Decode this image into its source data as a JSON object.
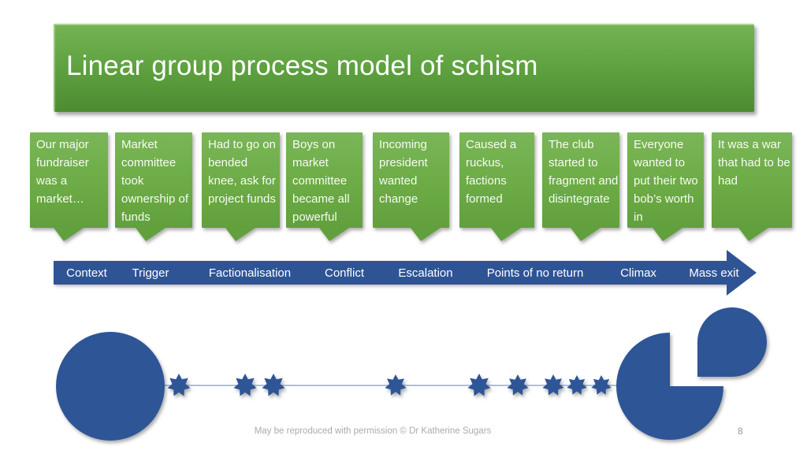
{
  "slide": {
    "title": "Linear group process model of schism",
    "footer_text": "May be reproduced with permission © Dr Katherine Sugars",
    "page_number": "8"
  },
  "callouts": [
    "Our major fundraiser was a market…",
    "Market committee took ownership of funds",
    "Had to go on bended knee, ask for project funds",
    "Boys on market committee became all powerful",
    "Incoming president wanted change",
    "Caused a ruckus, factions formed",
    "The club started to fragment and disintegrate",
    "Everyone wanted to put their two bob’s worth in",
    "It was a war that had to be had"
  ],
  "stages": [
    "Context",
    "Trigger",
    "Factionalisation",
    "Conflict",
    "Escalation",
    "Points of no return",
    "Climax",
    "Mass exit"
  ],
  "figure": {
    "start_shape": "large-circle",
    "event_marker_shape": "seven-point-star",
    "star_count": 9,
    "end_shape": "fragmented-pie-with-detached-wedge"
  },
  "colors": {
    "green": "#6CAB45",
    "green_dark": "#4D8B32",
    "blue": "#2F5496",
    "blue_light": "#8EAADB",
    "footer_gray": "#ABABAB",
    "text_white": "#FFFFFF"
  }
}
